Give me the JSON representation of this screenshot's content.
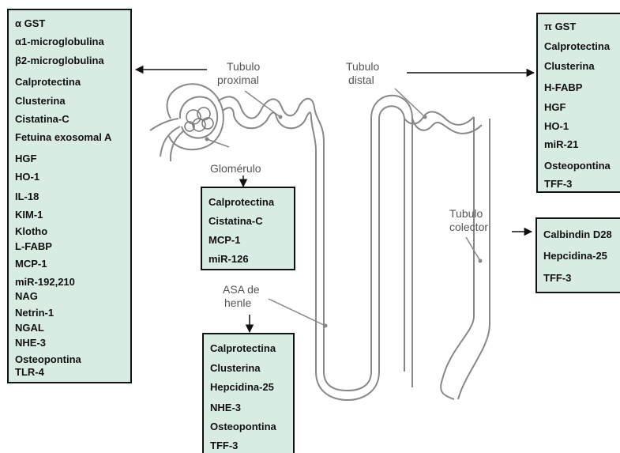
{
  "labels": {
    "proximal_1": "Tubulo",
    "proximal_2": "proximal",
    "distal_1": "Tubulo",
    "distal_2": "distal",
    "glomerulo": "Glomérulo",
    "collector_1": "Tubulo",
    "collector_2": "colector",
    "asa_1": "ASA de",
    "asa_2": "henle"
  },
  "boxes": {
    "proximal": [
      "α GST",
      "α1-microglobulina",
      "β2-microglobulina",
      "Calprotectina",
      "Clusterina",
      "Cistatina-C",
      "Fetuina exosomal A",
      "HGF",
      "HO-1",
      "IL-18",
      "KIM-1",
      "Klotho",
      "L-FABP",
      "MCP-1",
      "miR-192,210",
      "NAG",
      "Netrin-1",
      "NGAL",
      "NHE-3",
      "Osteopontina",
      "TLR-4"
    ],
    "glomerulo": [
      "Calprotectina",
      "Cistatina-C",
      "MCP-1",
      "miR-126"
    ],
    "asa": [
      "Calprotectina",
      "Clusterina",
      "Hepcidina-25",
      "NHE-3",
      "Osteopontina",
      "TFF-3"
    ],
    "distal": [
      "π GST",
      "Calprotectina",
      "Clusterina",
      "H-FABP",
      "HGF",
      "HO-1",
      "miR-21",
      "Osteopontina",
      "TFF-3"
    ],
    "collector": [
      "Calbindin D28",
      "Hepcidina-25",
      "TFF-3"
    ]
  }
}
